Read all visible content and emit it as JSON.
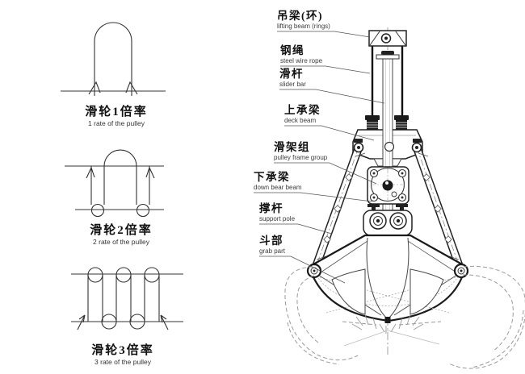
{
  "page": {
    "background": "#ffffff"
  },
  "pulley_diagrams": [
    {
      "label_zh": "滑轮1倍率",
      "label_en": "1 rate of the pulley"
    },
    {
      "label_zh": "滑轮2倍率",
      "label_en": "2 rate of the pulley"
    },
    {
      "label_zh": "滑轮3倍率",
      "label_en": "3 rate of the pulley"
    }
  ],
  "part_labels": [
    {
      "zh": "吊梁(环)",
      "en": "lifting beam (rings)"
    },
    {
      "zh": "钢绳",
      "en": "steel wire rope"
    },
    {
      "zh": "滑杆",
      "en": "slider bar"
    },
    {
      "zh": "上承梁",
      "en": "deck beam"
    },
    {
      "zh": "滑架组",
      "en": "pulley frame group"
    },
    {
      "zh": "下承梁",
      "en": "down bear beam"
    },
    {
      "zh": "撑杆",
      "en": "support pole"
    },
    {
      "zh": "斗部",
      "en": "grab part"
    }
  ],
  "colors": {
    "bold_line": "#1a1a1a",
    "thin_line": "#444444",
    "phantom_line": "#9a9a9a",
    "text": "#111111",
    "subtext": "#3c3c3c"
  }
}
